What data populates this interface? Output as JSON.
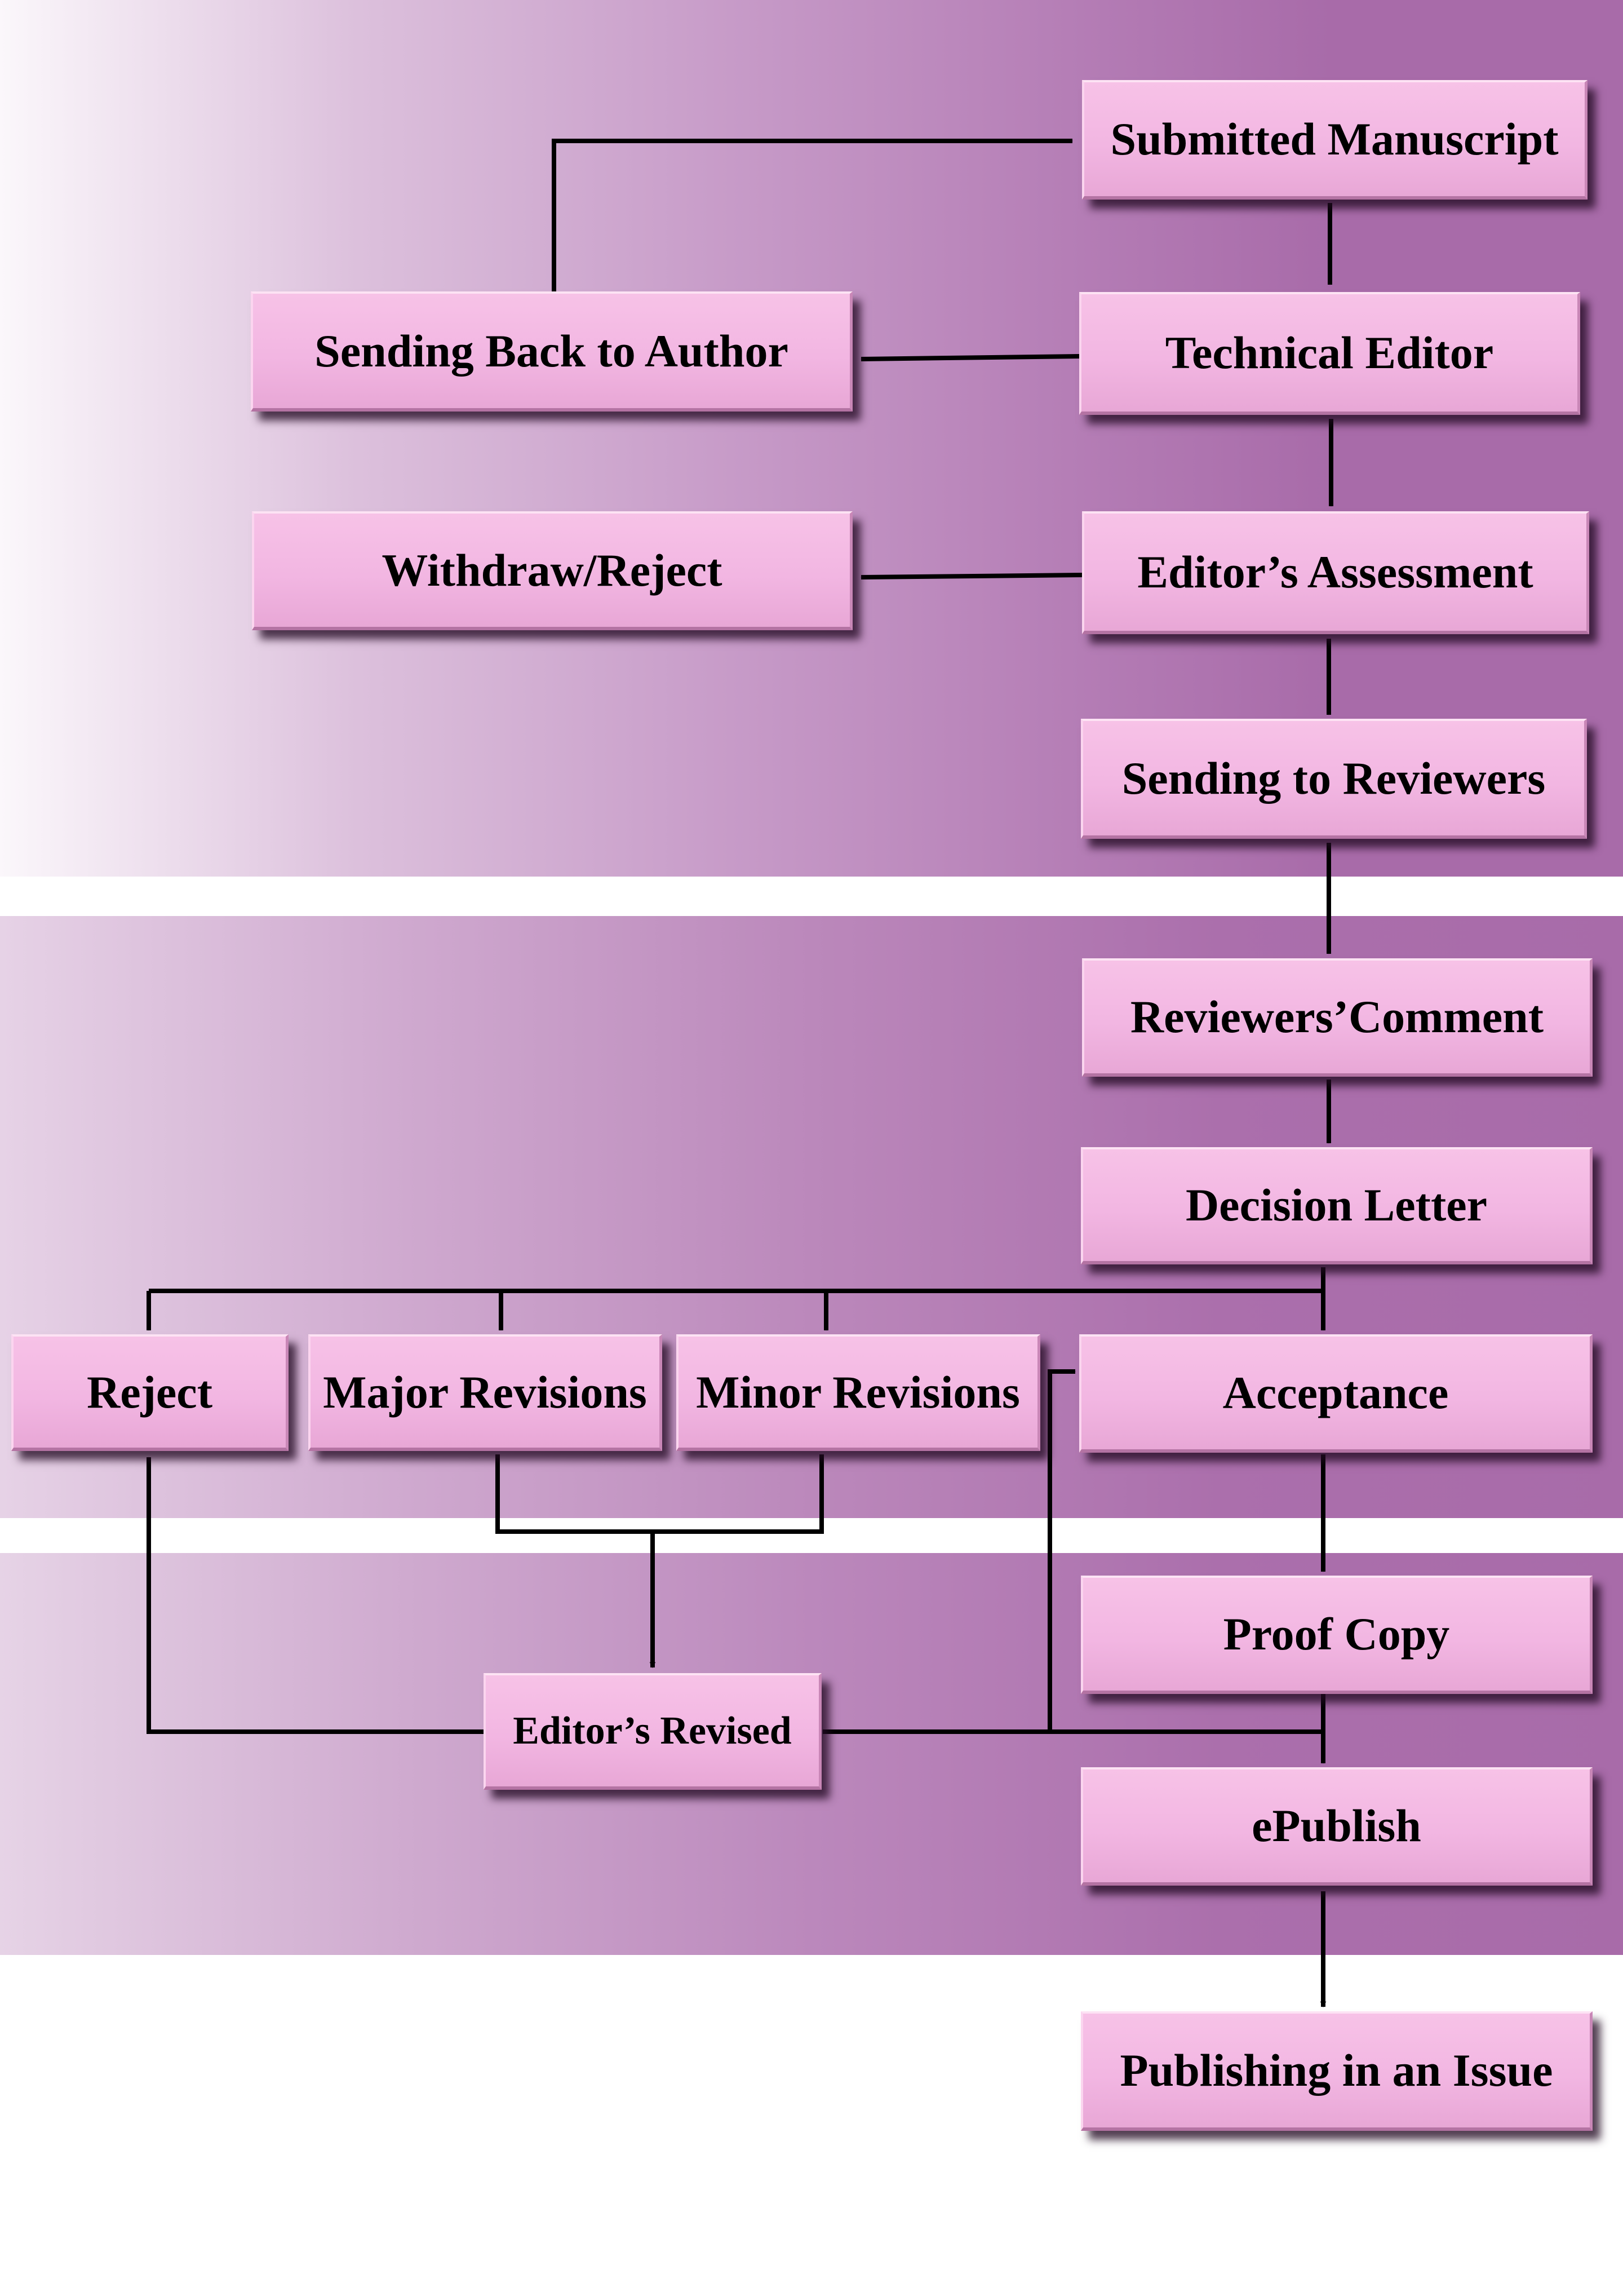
{
  "nodes": {
    "submitted_manuscript": "Submitted Manuscript",
    "technical_editor": "Technical Editor",
    "sending_back_to_author": "Sending Back to Author",
    "withdraw_reject": "Withdraw/Reject",
    "editors_assessment": "Editor’s Assessment",
    "sending_to_reviewers": "Sending to Reviewers",
    "reviewers_comment": "Reviewers’Comment",
    "decision_letter": "Decision Letter",
    "reject": "Reject",
    "major_revisions": "Major Revisions",
    "minor_revisions": "Minor Revisions",
    "acceptance": "Acceptance",
    "proof_copy": "Proof Copy",
    "editors_revised": "Editor’s Revised",
    "epublish": "ePublish",
    "publishing_in_an_issue": "Publishing in an Issue"
  },
  "colors": {
    "band": "#a86ba9",
    "box_fill": "#f2b6e2",
    "connector": "#000000"
  },
  "edges": [
    [
      "submitted_manuscript",
      "technical_editor"
    ],
    [
      "technical_editor",
      "sending_back_to_author"
    ],
    [
      "sending_back_to_author",
      "submitted_manuscript"
    ],
    [
      "technical_editor",
      "editors_assessment"
    ],
    [
      "editors_assessment",
      "withdraw_reject"
    ],
    [
      "editors_assessment",
      "sending_to_reviewers"
    ],
    [
      "sending_to_reviewers",
      "reviewers_comment"
    ],
    [
      "reviewers_comment",
      "decision_letter"
    ],
    [
      "decision_letter",
      "reject"
    ],
    [
      "decision_letter",
      "major_revisions"
    ],
    [
      "decision_letter",
      "minor_revisions"
    ],
    [
      "decision_letter",
      "acceptance"
    ],
    [
      "major_revisions",
      "editors_revised"
    ],
    [
      "minor_revisions",
      "editors_revised"
    ],
    [
      "editors_revised",
      "reject"
    ],
    [
      "editors_revised",
      "acceptance"
    ],
    [
      "editors_revised",
      "epublish"
    ],
    [
      "acceptance",
      "proof_copy"
    ],
    [
      "proof_copy",
      "epublish"
    ],
    [
      "epublish",
      "publishing_in_an_issue"
    ]
  ]
}
